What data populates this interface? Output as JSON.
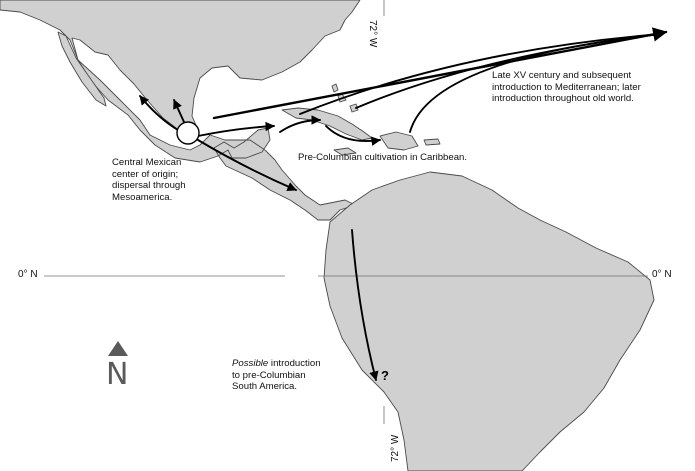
{
  "labels": {
    "latitude_left": "0° N",
    "latitude_right": "0° N",
    "longitude_top": "72° W",
    "longitude_bottom": "72° W",
    "caribbean": "Pre-Columbian cultivation in Caribbean.",
    "old_world": [
      "Late XV century and subsequent",
      "introduction to Mediterranean; later",
      "introduction throughout old world."
    ],
    "origin": [
      "Central Mexican",
      "center of origin;",
      "dispersal through",
      "Mesoamerica."
    ],
    "south_america": {
      "possible": "Possible",
      "line1_rest": " introduction",
      "line2": "to pre-Columbian",
      "line3": "South America."
    },
    "question_mark": "?",
    "north_arrow": "N"
  },
  "colors": {
    "land": "#d0d0d0",
    "coast": "#4a4a4a",
    "route": "#000000",
    "north_arrow": "#5a5a5a"
  },
  "icons": {
    "north_arrow": "triangle-north-icon",
    "origin_marker": "circle-origin-icon"
  }
}
